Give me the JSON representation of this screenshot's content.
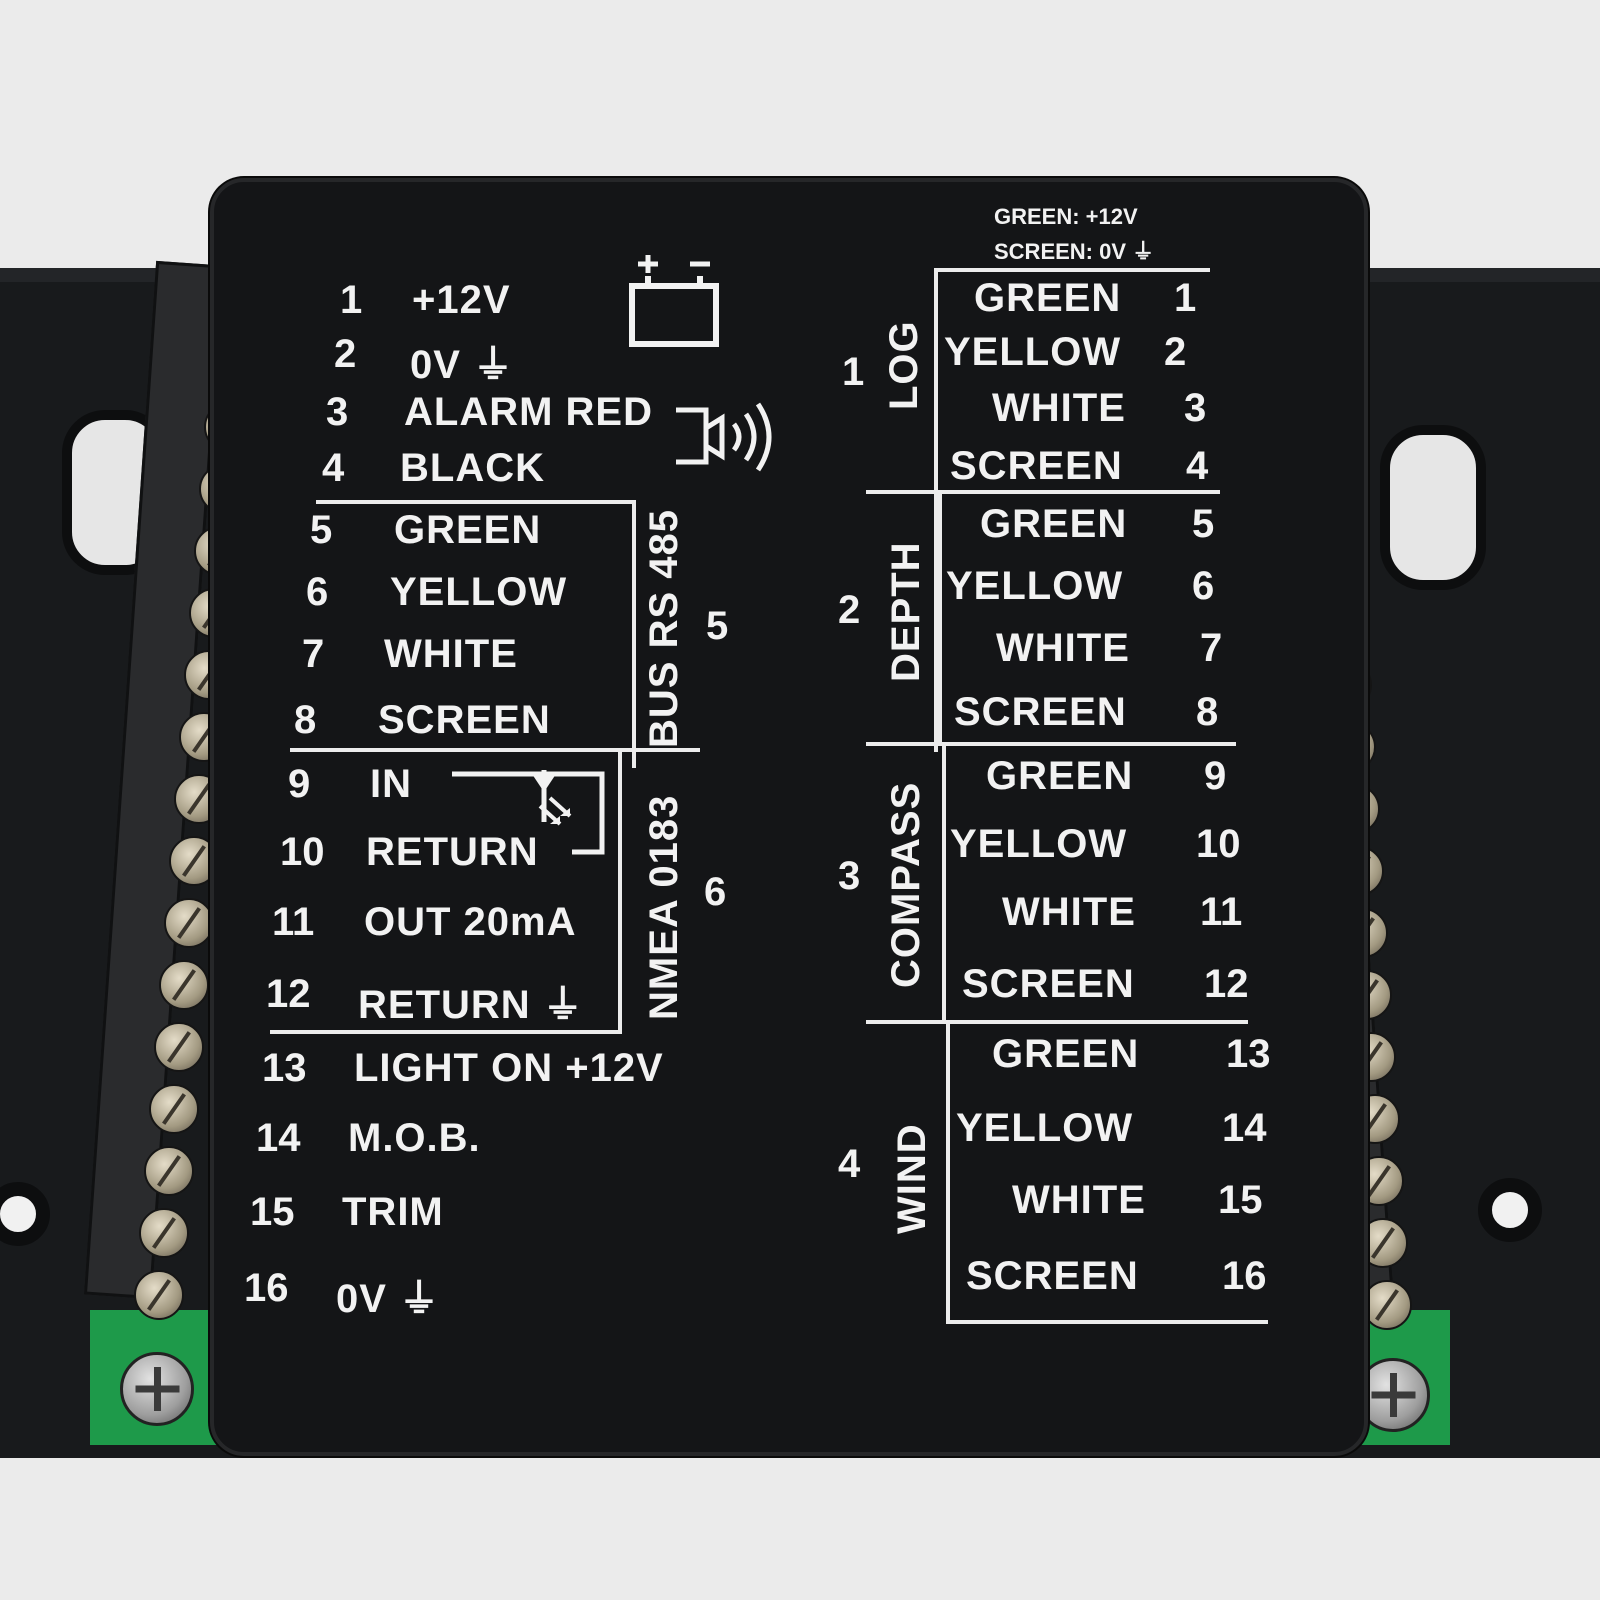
{
  "top_note": {
    "line1": "GREEN: +12V",
    "line2": "SCREEN: 0V ⏚"
  },
  "left": {
    "rows": [
      {
        "num": "1",
        "label": "+12V"
      },
      {
        "num": "2",
        "label": "0V ⏚"
      },
      {
        "num": "3",
        "label": "ALARM RED"
      },
      {
        "num": "4",
        "label": "BLACK"
      },
      {
        "num": "5",
        "label": "GREEN"
      },
      {
        "num": "6",
        "label": "YELLOW"
      },
      {
        "num": "7",
        "label": "WHITE"
      },
      {
        "num": "8",
        "label": "SCREEN"
      },
      {
        "num": "9",
        "label": "IN"
      },
      {
        "num": "10",
        "label": "RETURN"
      },
      {
        "num": "11",
        "label": "OUT 20mA"
      },
      {
        "num": "12",
        "label": "RETURN ⏚"
      },
      {
        "num": "13",
        "label": "LIGHT ON +12V"
      },
      {
        "num": "14",
        "label": "M.O.B."
      },
      {
        "num": "15",
        "label": "TRIM"
      },
      {
        "num": "16",
        "label": "0V ⏚"
      }
    ],
    "group_bus": {
      "label": "BUS RS 485",
      "num": "5"
    },
    "group_nmea": {
      "label": "NMEA 0183",
      "num": "6"
    }
  },
  "right": {
    "groups": [
      {
        "num": "1",
        "label": "LOG"
      },
      {
        "num": "2",
        "label": "DEPTH"
      },
      {
        "num": "3",
        "label": "COMPASS"
      },
      {
        "num": "4",
        "label": "WIND"
      }
    ],
    "rows": [
      {
        "label": "GREEN",
        "num": "1"
      },
      {
        "label": "YELLOW",
        "num": "2"
      },
      {
        "label": "WHITE",
        "num": "3"
      },
      {
        "label": "SCREEN",
        "num": "4"
      },
      {
        "label": "GREEN",
        "num": "5"
      },
      {
        "label": "YELLOW",
        "num": "6"
      },
      {
        "label": "WHITE",
        "num": "7"
      },
      {
        "label": "SCREEN",
        "num": "8"
      },
      {
        "label": "GREEN",
        "num": "9"
      },
      {
        "label": "YELLOW",
        "num": "10"
      },
      {
        "label": "WHITE",
        "num": "11"
      },
      {
        "label": "SCREEN",
        "num": "12"
      },
      {
        "label": "GREEN",
        "num": "13"
      },
      {
        "label": "YELLOW",
        "num": "14"
      },
      {
        "label": "WHITE",
        "num": "15"
      },
      {
        "label": "SCREEN",
        "num": "16"
      }
    ]
  },
  "colors": {
    "module": "#141517",
    "print": "#f2f2f2",
    "pcb": "#1e9a4a",
    "mount": "#181a1c"
  },
  "icons": [
    "battery-icon",
    "buzzer-icon",
    "optocoupler-icon",
    "ground-icon"
  ]
}
